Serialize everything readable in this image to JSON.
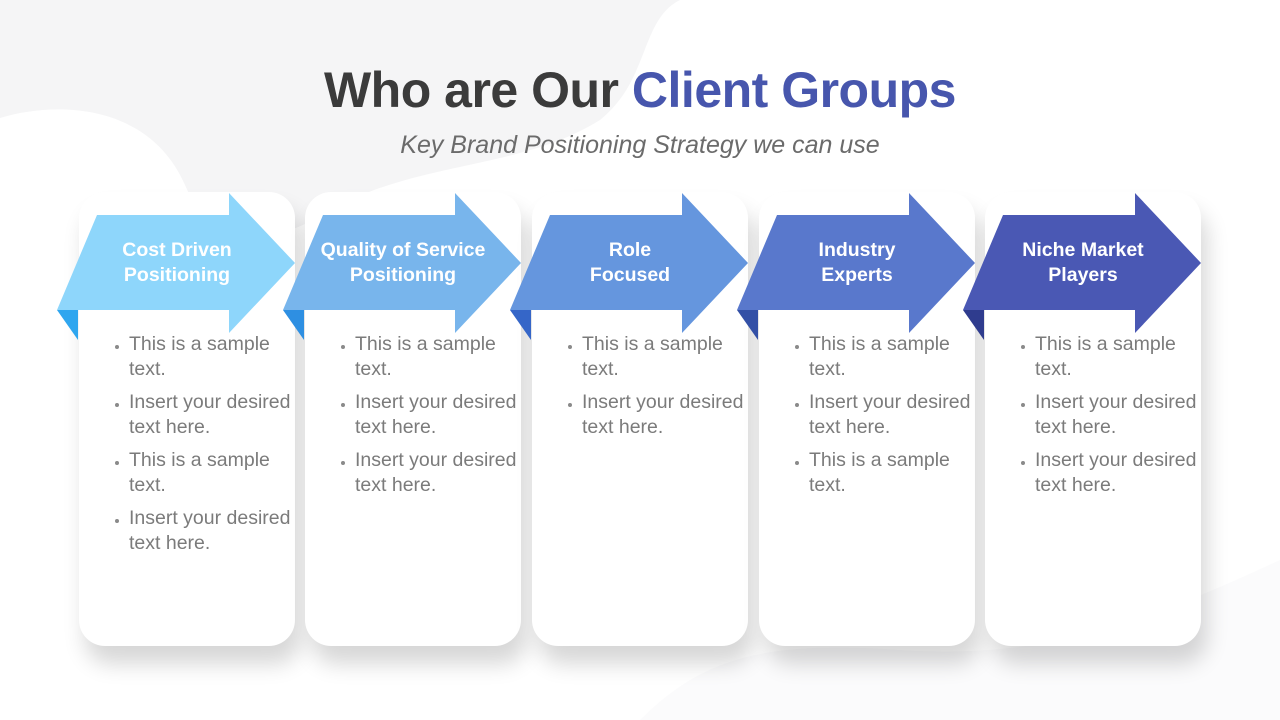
{
  "header": {
    "title_prefix": "Who are Our",
    "title_accent": "Client Groups",
    "subtitle": "Key Brand Positioning Strategy we can use"
  },
  "colors": {
    "title": "#3b3b3b",
    "accent": "#4756ad",
    "body_text": "#7b7b7b"
  },
  "groups": [
    {
      "label": "Cost Driven\nPositioning",
      "color": "#8ed6fb",
      "fold_color": "#2fa6ef",
      "bullets": [
        "This is a sample text.",
        "Insert your desired text here.",
        "This is a sample text.",
        "Insert your desired text here."
      ]
    },
    {
      "label": "Quality of Service\nPositioning",
      "color": "#78b5ec",
      "fold_color": "#2e8fe2",
      "bullets": [
        "This is a sample text.",
        "Insert your desired text here.",
        "Insert your desired text here."
      ]
    },
    {
      "label": "Role\nFocused",
      "color": "#6596de",
      "fold_color": "#3566c8",
      "bullets": [
        "This is a sample text.",
        "Insert your desired text here."
      ]
    },
    {
      "label": "Industry\nExperts",
      "color": "#5978cc",
      "fold_color": "#3350a6",
      "bullets": [
        "This is a sample text.",
        "Insert your desired text here.",
        "This is a sample text."
      ]
    },
    {
      "label": "Niche Market\nPlayers",
      "color": "#4a58b4",
      "fold_color": "#2f3c8e",
      "bullets": [
        "This is a sample text.",
        "Insert your desired text here.",
        "Insert your desired text here."
      ]
    }
  ]
}
